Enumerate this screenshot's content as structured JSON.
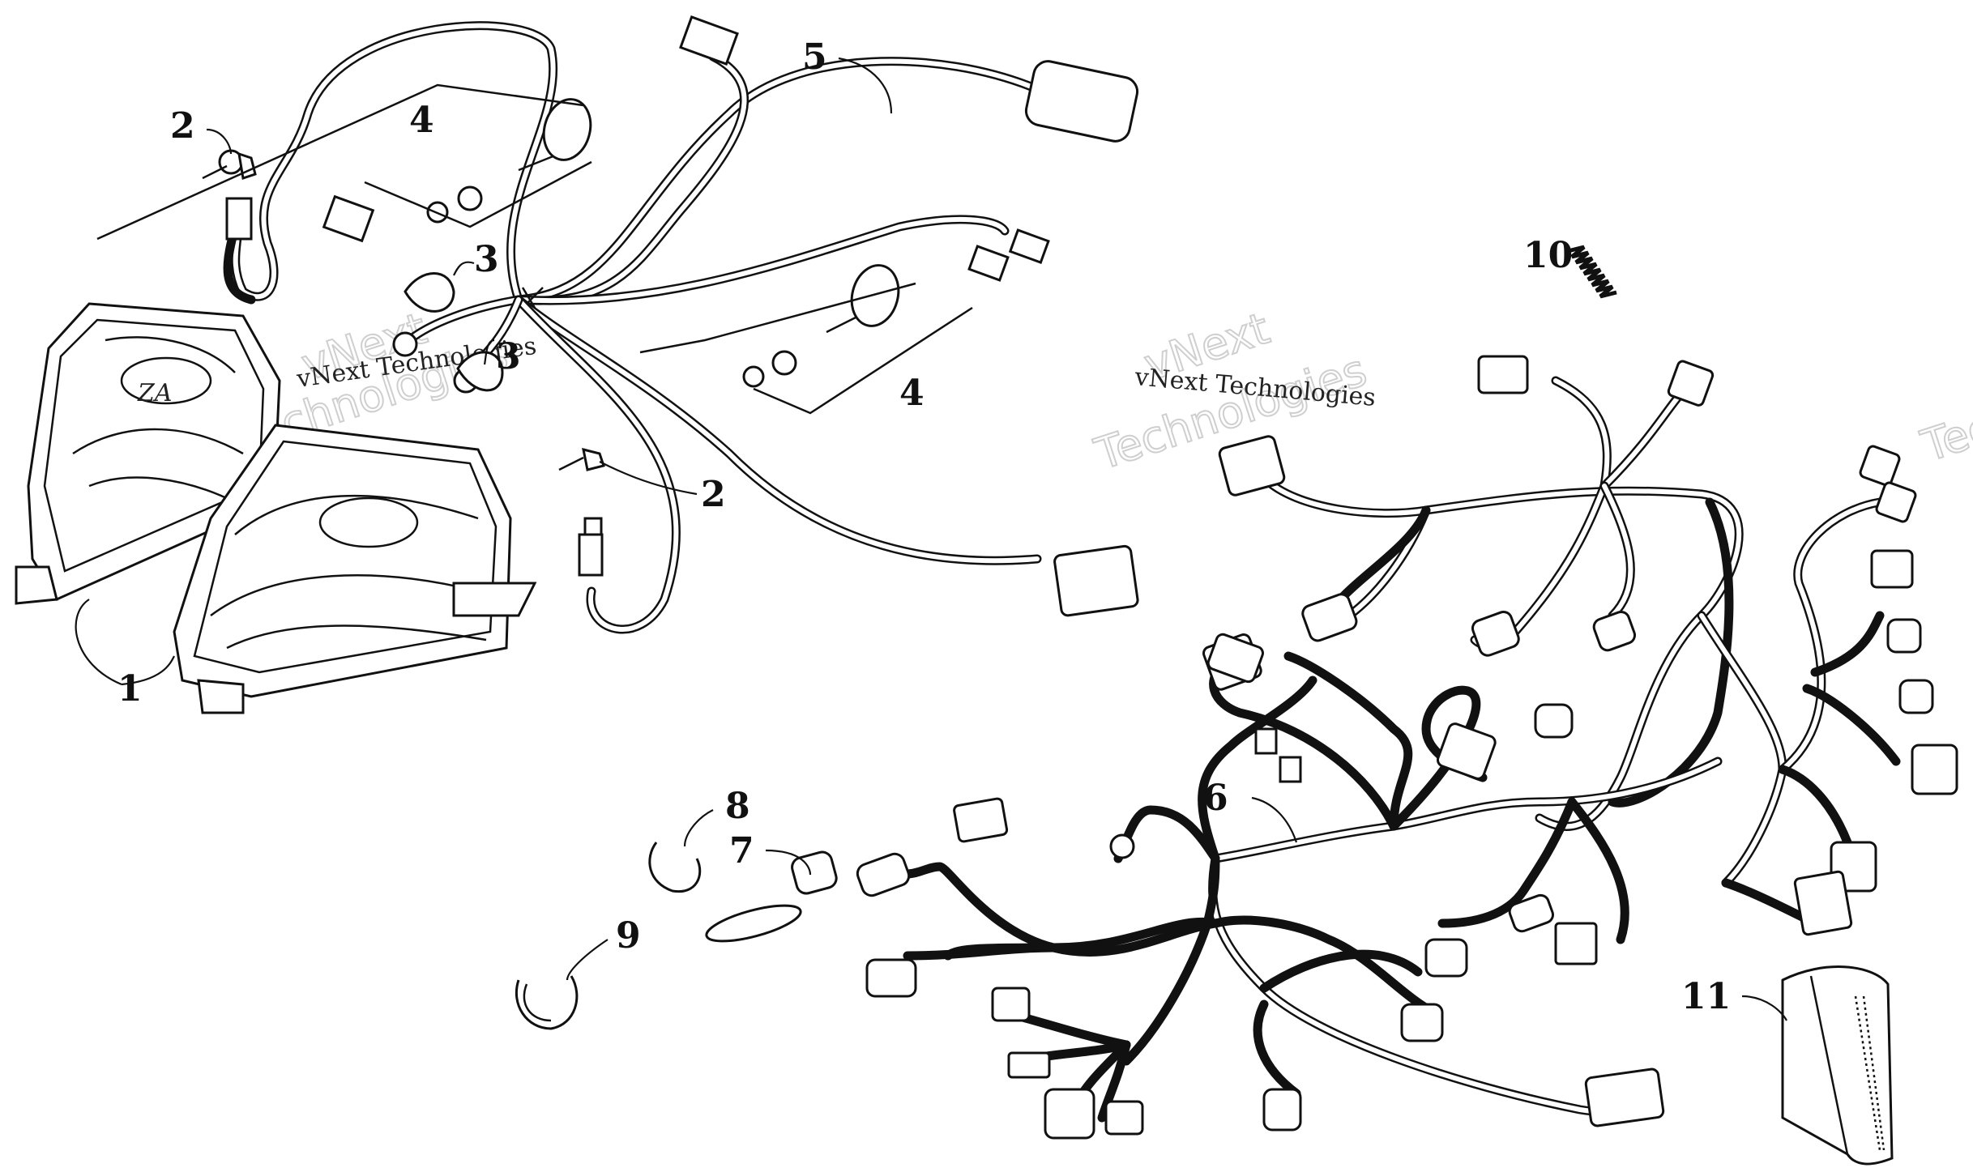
{
  "callouts": [
    {
      "id": "c1",
      "label": "1"
    },
    {
      "id": "c2a",
      "label": "2"
    },
    {
      "id": "c2b",
      "label": "2"
    },
    {
      "id": "c3a",
      "label": "3"
    },
    {
      "id": "c3b",
      "label": "3"
    },
    {
      "id": "c4a",
      "label": "4"
    },
    {
      "id": "c4b",
      "label": "4"
    },
    {
      "id": "c5",
      "label": "5"
    },
    {
      "id": "c6",
      "label": "6"
    },
    {
      "id": "c7",
      "label": "7"
    },
    {
      "id": "c8",
      "label": "8"
    },
    {
      "id": "c9",
      "label": "9"
    },
    {
      "id": "c10",
      "label": "10"
    },
    {
      "id": "c11",
      "label": "11"
    }
  ],
  "watermarks": {
    "small_text": "vNext Technologies",
    "big_line1": "vNext",
    "big_line2": "Technologies"
  },
  "colors": {
    "line": "#111111",
    "background": "#ffffff",
    "watermark": "#cfcfcf"
  }
}
